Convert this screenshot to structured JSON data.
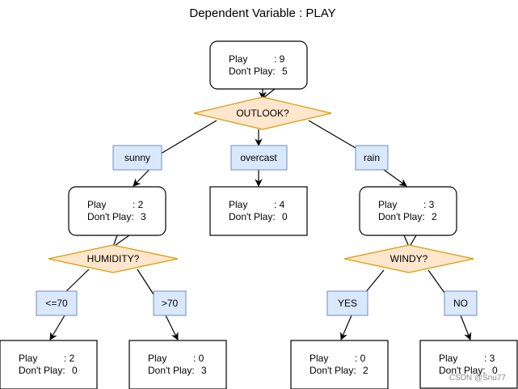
{
  "title": "Dependent Variable :   PLAY",
  "watermark": "CSDN @Snu77",
  "nodes": {
    "root": {
      "play_label": "Play",
      "play_value": ": 9",
      "dont_label": "Don't Play:",
      "dont_value": "5"
    },
    "sunny": {
      "play_label": "Play",
      "play_value": ": 2",
      "dont_label": "Don't Play:",
      "dont_value": "3"
    },
    "overcast": {
      "play_label": "Play",
      "play_value": ": 4",
      "dont_label": "Don't Play:",
      "dont_value": "0"
    },
    "rain": {
      "play_label": "Play",
      "play_value": ": 3",
      "dont_label": "Don't Play:",
      "dont_value": "2"
    },
    "sunny_le70": {
      "play_label": "Play",
      "play_value": ": 2",
      "dont_label": "Don't Play:",
      "dont_value": "0"
    },
    "sunny_gt70": {
      "play_label": "Play",
      "play_value": ": 0",
      "dont_label": "Don't Play:",
      "dont_value": "3"
    },
    "rain_yes": {
      "play_label": "Play",
      "play_value": ": 0",
      "dont_label": "Don't Play:",
      "dont_value": "2"
    },
    "rain_no": {
      "play_label": "Play",
      "play_value": ": 3",
      "dont_label": "Don't Play:",
      "dont_value": "0"
    }
  },
  "decisions": {
    "outlook": "OUTLOOK?",
    "humidity": "HUMIDITY?",
    "windy": "WINDY?"
  },
  "edge_labels": {
    "sunny": "sunny",
    "overcast": "overcast",
    "rain": "rain",
    "le70": "<=70",
    "gt70": ">70",
    "yes": "YES",
    "no": "NO"
  },
  "colors": {
    "decision_fill": "#ffe6cc",
    "decision_stroke": "#d79b00",
    "label_fill": "#dae8fc",
    "label_stroke": "#6c8ebf",
    "line": "#000000"
  }
}
